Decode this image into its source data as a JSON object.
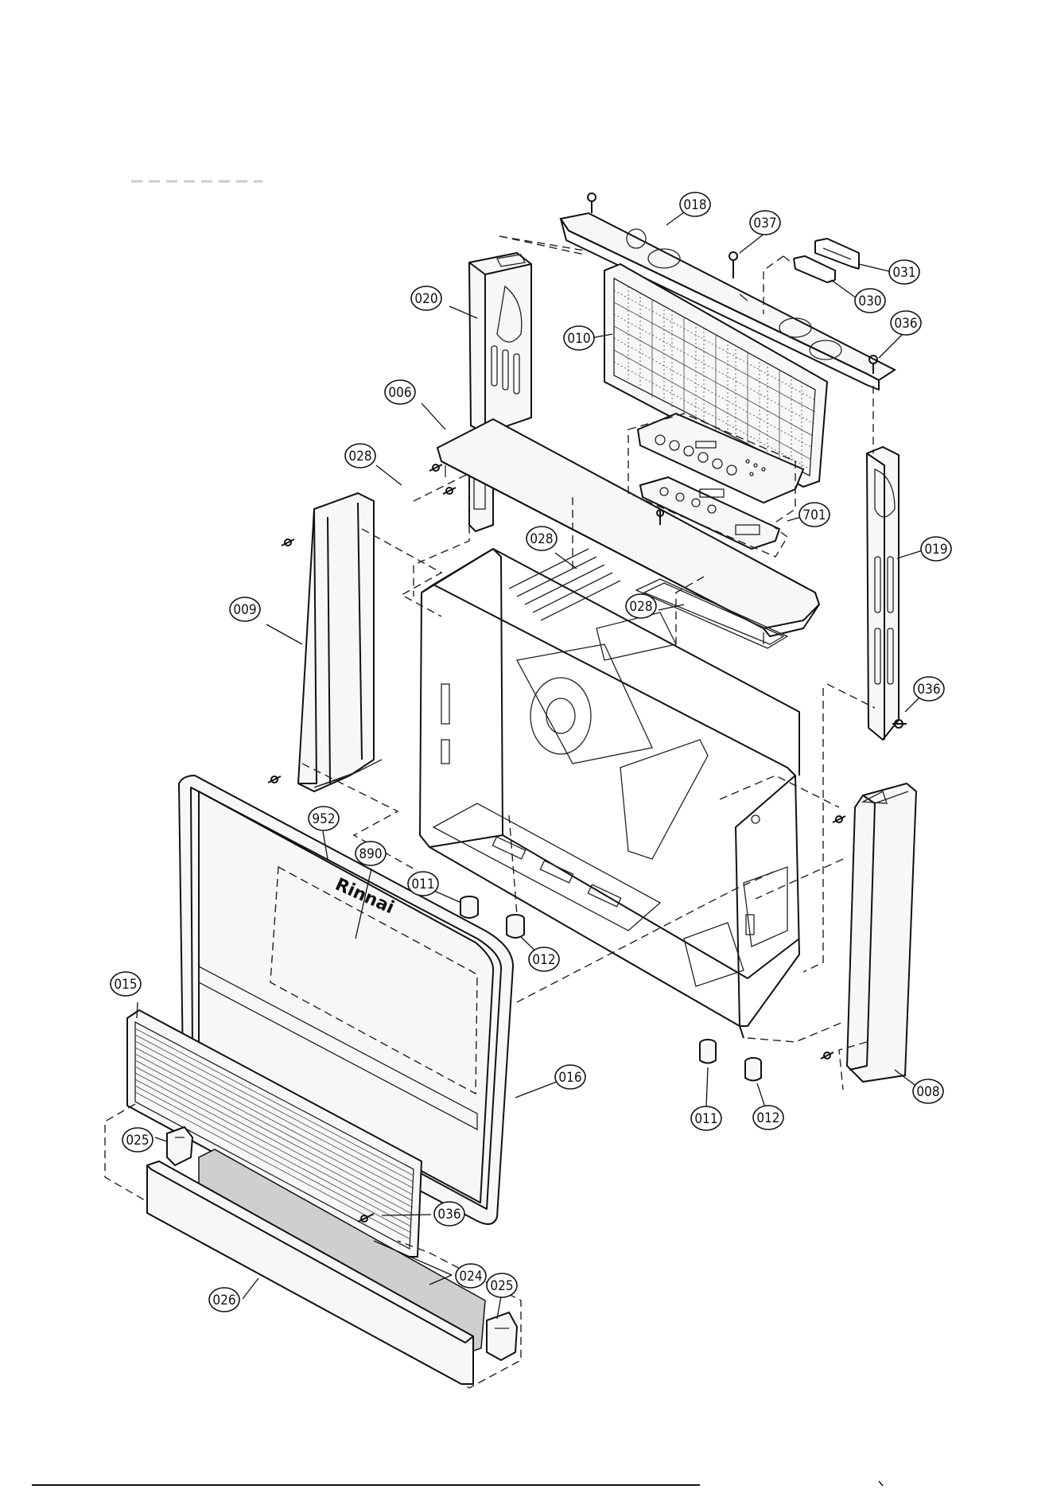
{
  "brand_label": "Rinnai",
  "callouts": [
    {
      "id": "018",
      "label": "018"
    },
    {
      "id": "037",
      "label": "037"
    },
    {
      "id": "031",
      "label": "031"
    },
    {
      "id": "030",
      "label": "030"
    },
    {
      "id": "036a",
      "label": "036"
    },
    {
      "id": "020",
      "label": "020"
    },
    {
      "id": "010",
      "label": "010"
    },
    {
      "id": "006",
      "label": "006"
    },
    {
      "id": "028a",
      "label": "028"
    },
    {
      "id": "701",
      "label": "701"
    },
    {
      "id": "028b",
      "label": "028"
    },
    {
      "id": "019",
      "label": "019"
    },
    {
      "id": "028c",
      "label": "028"
    },
    {
      "id": "009",
      "label": "009"
    },
    {
      "id": "036b",
      "label": "036"
    },
    {
      "id": "952",
      "label": "952"
    },
    {
      "id": "890",
      "label": "890"
    },
    {
      "id": "011a",
      "label": "011"
    },
    {
      "id": "012a",
      "label": "012"
    },
    {
      "id": "015",
      "label": "015"
    },
    {
      "id": "016",
      "label": "016"
    },
    {
      "id": "011b",
      "label": "011"
    },
    {
      "id": "012b",
      "label": "012"
    },
    {
      "id": "008",
      "label": "008"
    },
    {
      "id": "025a",
      "label": "025"
    },
    {
      "id": "036c",
      "label": "036"
    },
    {
      "id": "024",
      "label": "024"
    },
    {
      "id": "025b",
      "label": "025"
    },
    {
      "id": "026",
      "label": "026"
    }
  ]
}
